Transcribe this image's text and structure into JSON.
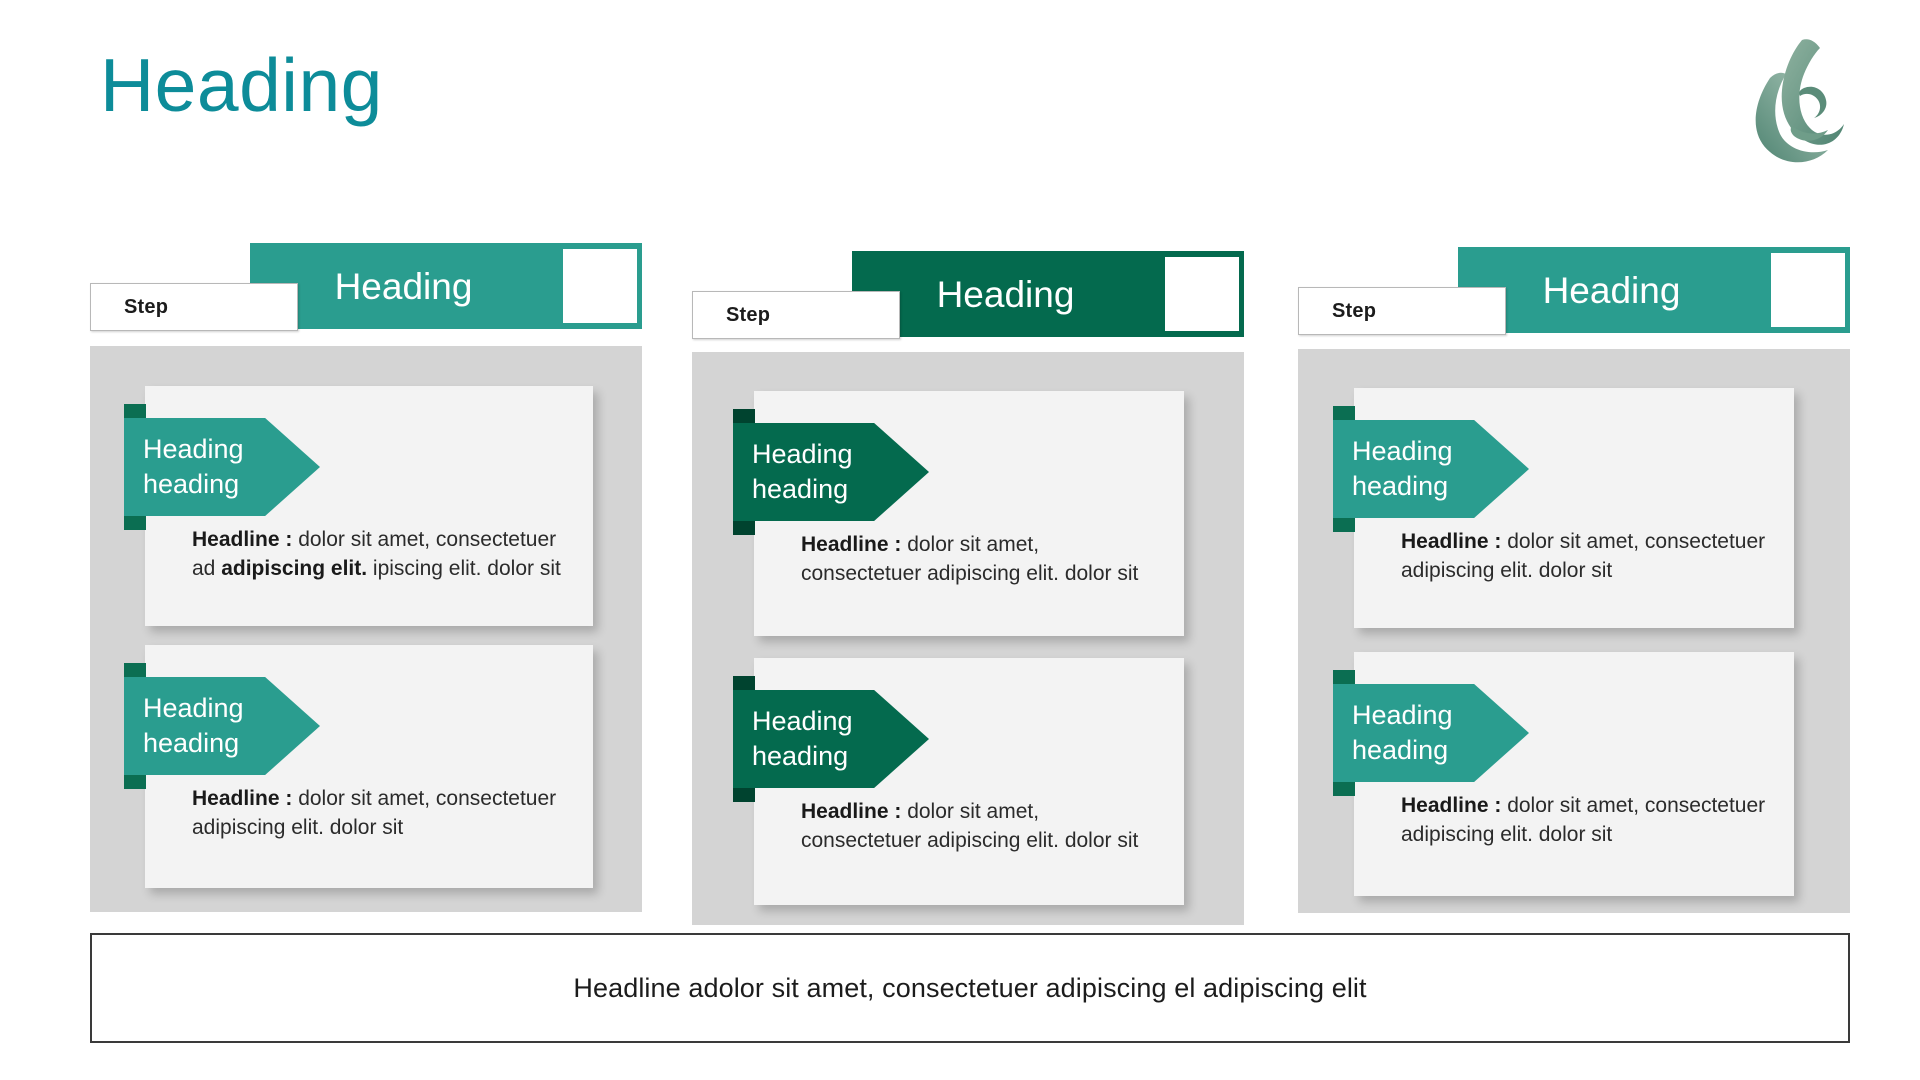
{
  "page": {
    "title": "Heading",
    "title_color": "#0d8c99",
    "background": "#ffffff"
  },
  "logo": {
    "name": "leaf-droplet-logo",
    "colors": [
      "#7aa894",
      "#4f8472",
      "#9dbcad"
    ]
  },
  "theme": {
    "teal": "#2a9d8f",
    "dark_green": "#046a4e",
    "tag_fold_teal": "#0b6e52",
    "tag_fold_green": "#00432f",
    "panel_grey": "#d4d4d4",
    "card_grey": "#f3f3f3",
    "heading_teal": "#0d8c99"
  },
  "columns": [
    {
      "step_label": "Step",
      "header_title": "Heading",
      "accent": "#2a9d8f",
      "fold": "#0b6e52",
      "cards": [
        {
          "tag_lines": [
            "Heading",
            "heading"
          ],
          "lead": "Headline :",
          "body_before": " dolor sit amet, consectetuer ad ",
          "body_em": "adipiscing elit.",
          "body_after": " ipiscing elit. dolor sit"
        },
        {
          "tag_lines": [
            "Heading",
            "heading"
          ],
          "lead": "Headline :",
          "body_before": " dolor sit amet, consectetuer adipiscing elit. dolor sit",
          "body_em": "",
          "body_after": ""
        }
      ]
    },
    {
      "step_label": "Step",
      "header_title": "Heading",
      "accent": "#046a4e",
      "fold": "#00432f",
      "cards": [
        {
          "tag_lines": [
            "Heading",
            "heading"
          ],
          "lead": "Headline :",
          "body_before": " dolor sit amet, consectetuer adipiscing elit. dolor sit",
          "body_em": "",
          "body_after": ""
        },
        {
          "tag_lines": [
            "Heading",
            "heading"
          ],
          "lead": "Headline :",
          "body_before": " dolor sit amet, consectetuer adipiscing elit. dolor sit",
          "body_em": "",
          "body_after": ""
        }
      ]
    },
    {
      "step_label": "Step",
      "header_title": "Heading",
      "accent": "#2a9d8f",
      "fold": "#0b6e52",
      "cards": [
        {
          "tag_lines": [
            "Heading",
            "heading"
          ],
          "lead": "Headline :",
          "body_before": " dolor sit amet, consectetuer adipiscing elit. dolor sit",
          "body_em": "",
          "body_after": ""
        },
        {
          "tag_lines": [
            "Heading",
            "heading"
          ],
          "lead": "Headline :",
          "body_before": " dolor sit amet, consectetuer adipiscing elit. dolor sit",
          "body_em": "",
          "body_after": ""
        }
      ]
    }
  ],
  "bottom_banner": {
    "text": "Headline  adolor sit amet, consectetuer adipiscing el adipiscing elit"
  }
}
